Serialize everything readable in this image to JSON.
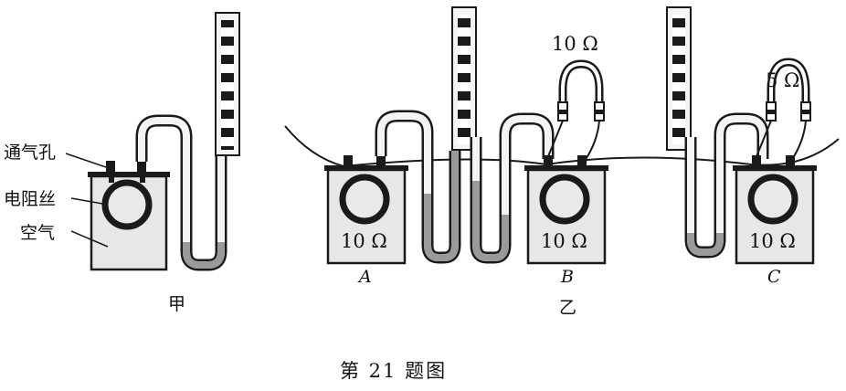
{
  "labels": {
    "vent_hole": "通气孔",
    "resistance_wire": "电阻丝",
    "air": "空气",
    "figure_jia": "甲",
    "figure_yi": "乙",
    "caption": "第 21 题图"
  },
  "containers": [
    {
      "id": "A",
      "letter": "A",
      "resistance": "10 Ω"
    },
    {
      "id": "B",
      "letter": "B",
      "resistance": "10 Ω"
    },
    {
      "id": "C",
      "letter": "C",
      "resistance": "10 Ω"
    }
  ],
  "external_resistors": {
    "over_B": "10 Ω",
    "over_C": "5 Ω"
  },
  "colors": {
    "ink": "#1a1a1a",
    "box_fill": "#e7e7e7",
    "liquid": "#9a9a9a",
    "tube_fill": "#f4f4f4"
  }
}
